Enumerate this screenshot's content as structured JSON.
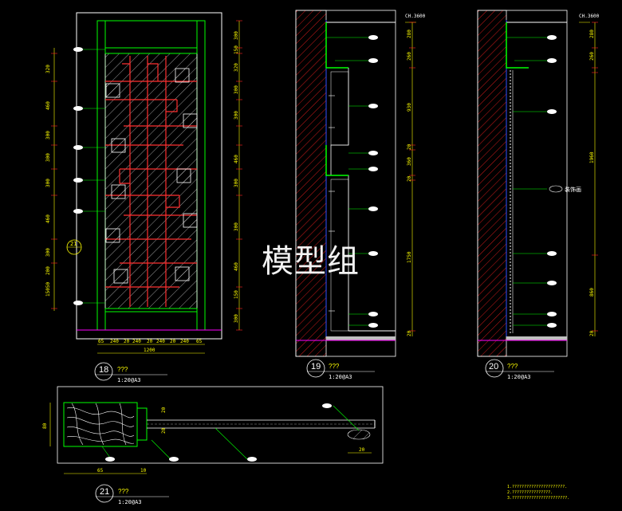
{
  "watermark": "模型组",
  "drawing_18": {
    "number": "18",
    "title": "???",
    "scale": "1:20@A3",
    "bottom_dims": [
      "65",
      "240",
      "20",
      "240",
      "20",
      "240",
      "20",
      "240",
      "65"
    ],
    "overall_width": "1200",
    "left_dims": [
      "320",
      "460",
      "300",
      "300",
      "300",
      "460",
      "300",
      "200",
      "15050"
    ],
    "right_dims": [
      "300",
      "150",
      "320",
      "300",
      "300",
      "460",
      "300",
      "300",
      "460",
      "150",
      "300"
    ],
    "section_marker": "21"
  },
  "drawing_19": {
    "number": "19",
    "title": "???",
    "scale": "1:20@A3",
    "ceiling_height": "CH.3600",
    "dims": [
      "280",
      "260",
      "930",
      "20",
      "360",
      "20",
      "1750",
      "20"
    ]
  },
  "drawing_20": {
    "number": "20",
    "title": "???",
    "scale": "1:20@A3",
    "ceiling_height": "CH.3600",
    "dims": [
      "280",
      "260",
      "1960",
      "860",
      "20"
    ],
    "label": "装饰画"
  },
  "drawing_21": {
    "number": "21",
    "title": "???",
    "scale": "1:20@A3",
    "dims": [
      "80",
      "65",
      "10",
      "20",
      "20",
      "20"
    ]
  },
  "notes": [
    "1.??????????????????????.",
    "2.????????????????.",
    "3.???????????????????????."
  ]
}
